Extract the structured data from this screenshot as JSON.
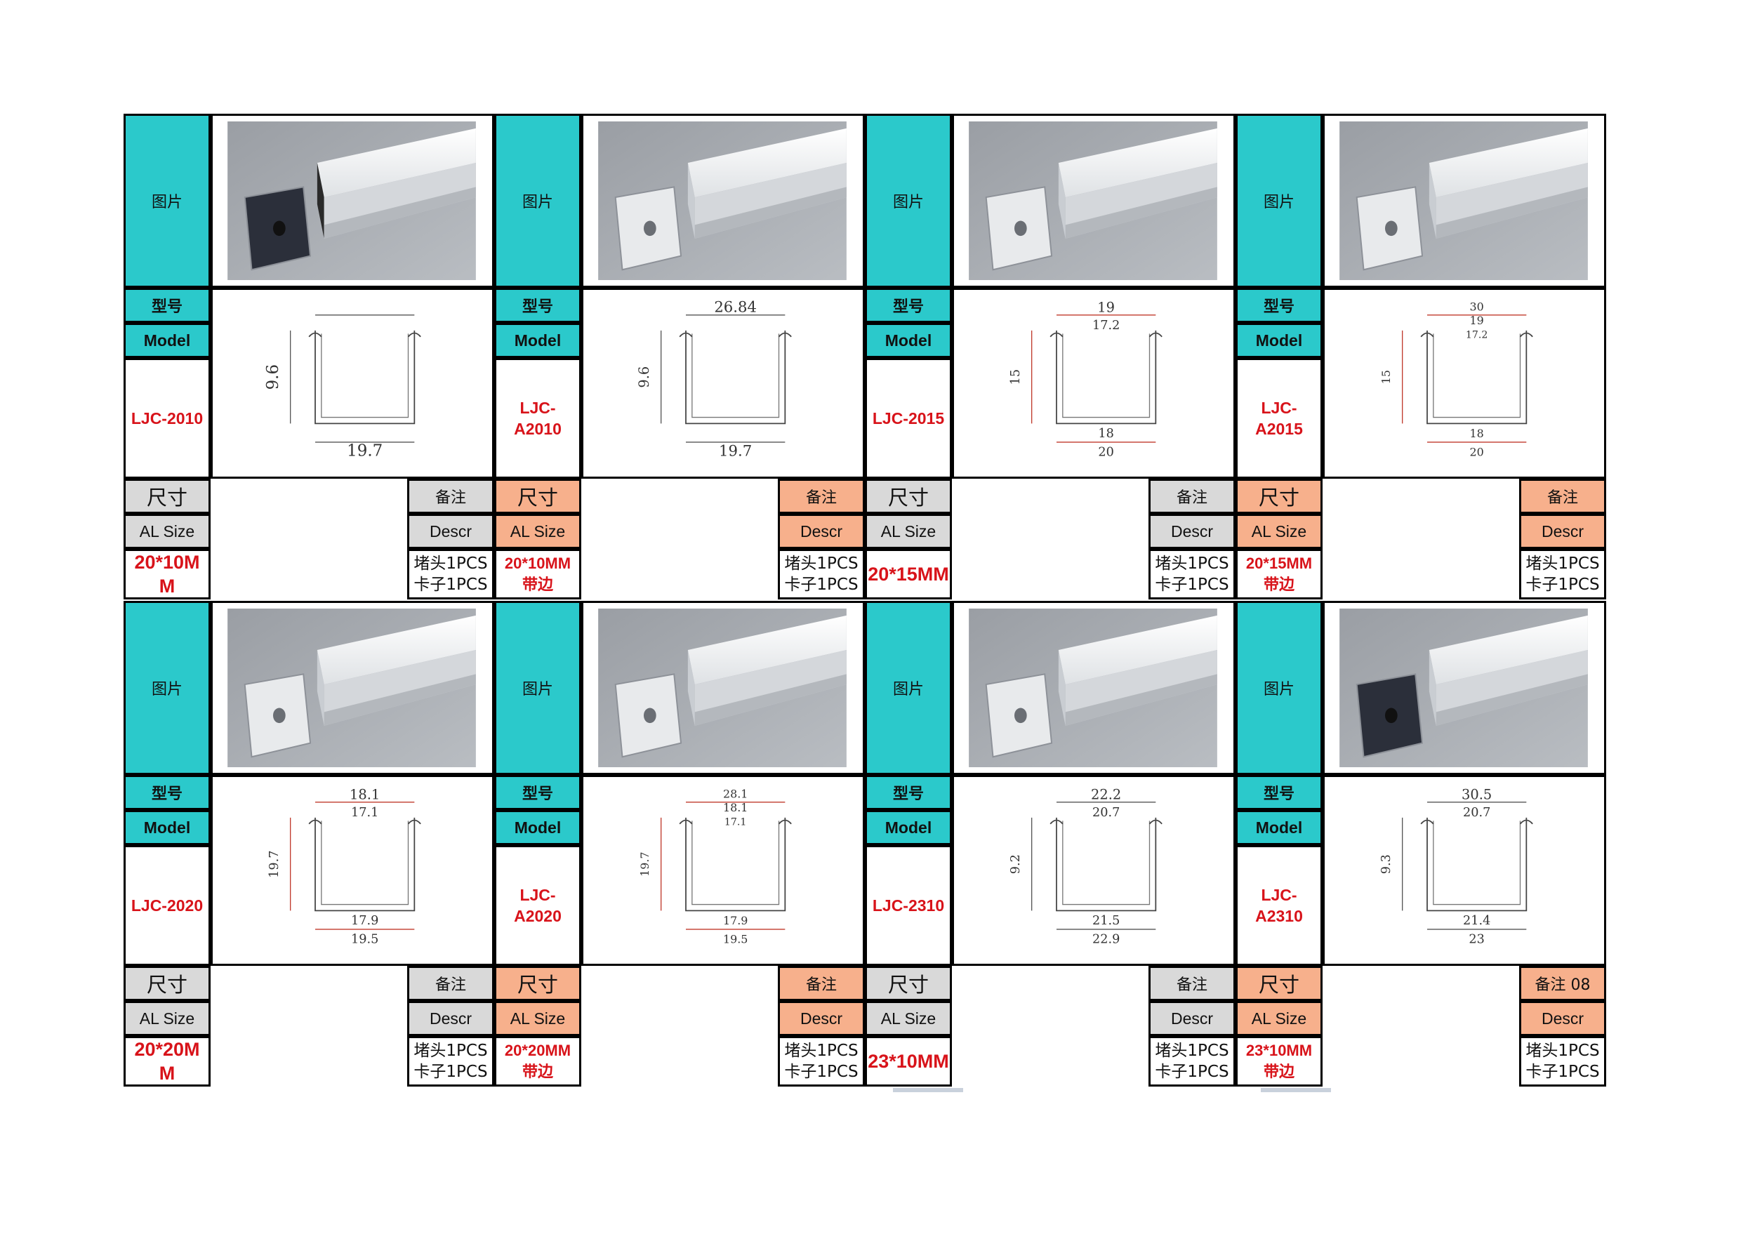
{
  "labels": {
    "picture": "图片",
    "model_cn": "型号",
    "model_en": "Model",
    "size_cn": "尺寸",
    "size_en": "AL Size",
    "remark_cn": "备注",
    "remark_en": "Descr"
  },
  "products": [
    {
      "model": "LJC-2010",
      "size": "20*10MM",
      "remark": "备注",
      "desc": [
        "堵头1PCS",
        "卡子1PCS"
      ],
      "dims": [
        "9.6",
        "19.7"
      ]
    },
    {
      "model": "LJC-A2010",
      "size": "20*10MM\n带边",
      "remark": "备注",
      "desc": [
        "堵头1PCS",
        "卡子1PCS"
      ],
      "dims": [
        "26.84",
        "9.6",
        "19.7"
      ]
    },
    {
      "model": "LJC-2015",
      "size": "20*15MM",
      "remark": "备注",
      "desc": [
        "堵头1PCS",
        "卡子1PCS"
      ],
      "dims": [
        "19",
        "17.2",
        "15",
        "18",
        "20"
      ]
    },
    {
      "model": "LJC-A2015",
      "size": "20*15MM\n带边",
      "remark": "备注",
      "desc": [
        "堵头1PCS",
        "卡子1PCS"
      ],
      "dims": [
        "30",
        "19",
        "17.2",
        "15",
        "18",
        "20"
      ]
    },
    {
      "model": "LJC-2020",
      "size": "20*20MM",
      "remark": "备注",
      "desc": [
        "堵头1PCS",
        "卡子1PCS"
      ],
      "dims": [
        "18.1",
        "17.1",
        "19.7",
        "17.9",
        "19.5"
      ]
    },
    {
      "model": "LJC-A2020",
      "size": "20*20MM\n带边",
      "remark": "备注",
      "desc": [
        "堵头1PCS",
        "卡子1PCS"
      ],
      "dims": [
        "28.1",
        "18.1",
        "17.1",
        "19.7",
        "17.9",
        "19.5"
      ]
    },
    {
      "model": "LJC-2310",
      "size": "23*10MM",
      "remark": "备注",
      "desc": [
        "堵头1PCS",
        "卡子1PCS"
      ],
      "dims": [
        "22.2",
        "20.7",
        "9.2",
        "21.5",
        "22.9"
      ]
    },
    {
      "model": "LJC-A2310",
      "size": "23*10MM\n带边",
      "remark": "备注 08",
      "desc": [
        "堵头1PCS",
        "卡子1PCS"
      ],
      "dims": [
        "30.5",
        "20.7",
        "9.3",
        "21.4",
        "23"
      ]
    }
  ],
  "colors": {
    "teal": "#2bc9cb",
    "grey": "#d9d9d9",
    "peach": "#f7b08c",
    "red": "#d8131a"
  }
}
